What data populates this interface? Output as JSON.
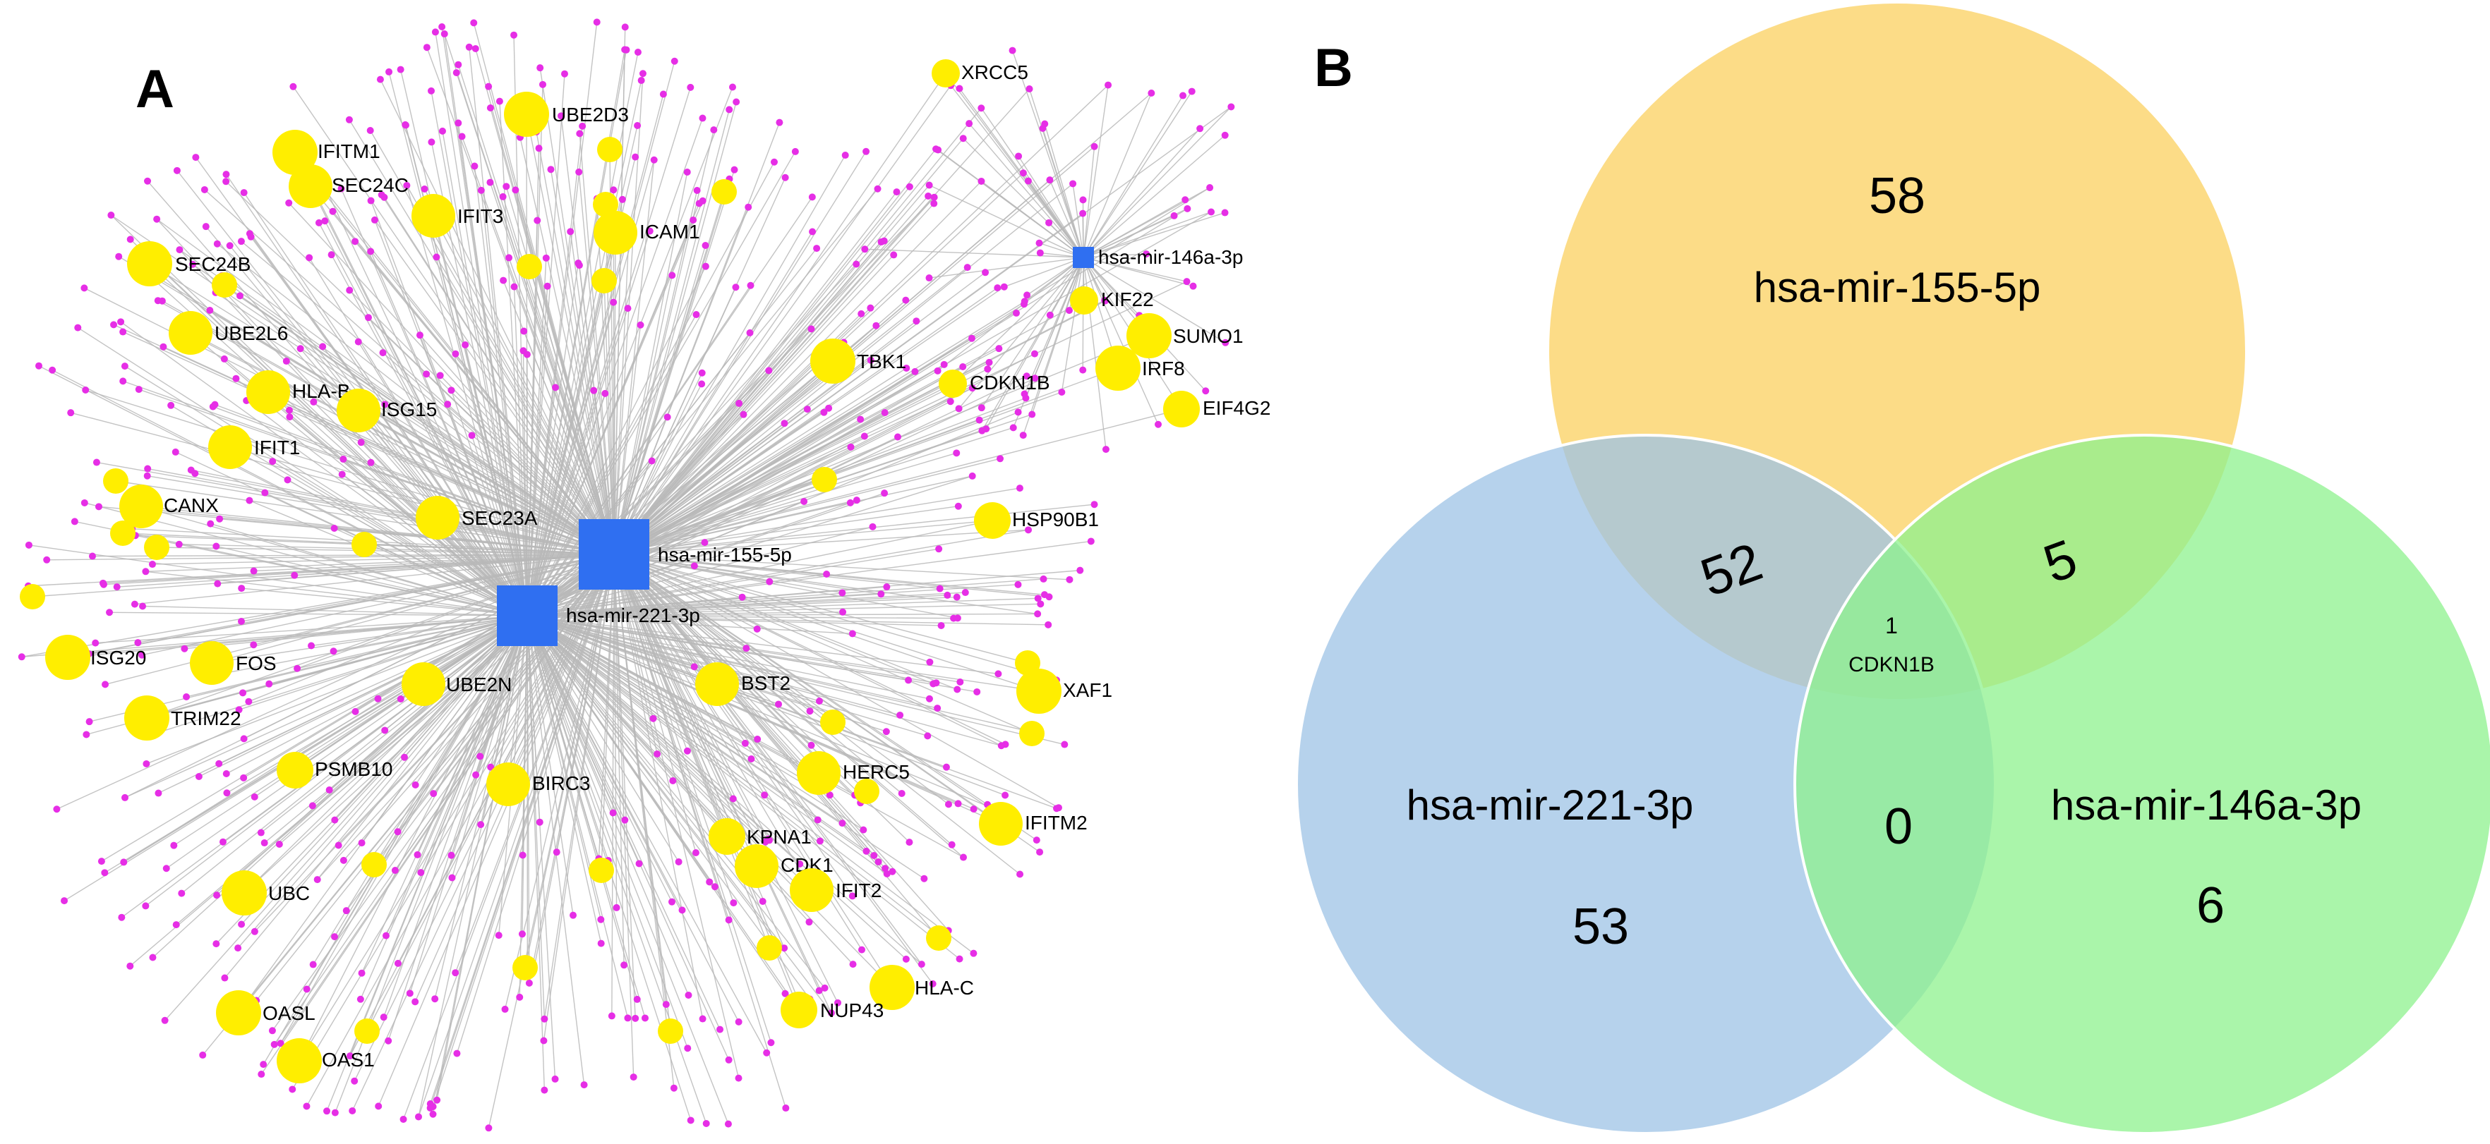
{
  "panels": {
    "a_label": "A",
    "b_label": "B"
  },
  "network": {
    "mirna_nodes": [
      {
        "id": "mir155",
        "label": "hsa-mir-155-5p"
      },
      {
        "id": "mir221",
        "label": "hsa-mir-221-3p"
      },
      {
        "id": "mir146",
        "label": "hsa-mir-146a-3p"
      }
    ],
    "gene_nodes": [
      {
        "label": "UBE2D3"
      },
      {
        "label": "IFITM1"
      },
      {
        "label": "SEC24C"
      },
      {
        "label": "IFIT3"
      },
      {
        "label": "ICAM1"
      },
      {
        "label": "SEC24B"
      },
      {
        "label": "UBE2L6"
      },
      {
        "label": "HLA-B"
      },
      {
        "label": "ISG15"
      },
      {
        "label": "IFIT1"
      },
      {
        "label": "CANX"
      },
      {
        "label": "SEC23A"
      },
      {
        "label": "ISG20"
      },
      {
        "label": "FOS"
      },
      {
        "label": "TRIM22"
      },
      {
        "label": "UBE2N"
      },
      {
        "label": "PSMB10"
      },
      {
        "label": "BIRC3"
      },
      {
        "label": "UBC"
      },
      {
        "label": "OASL"
      },
      {
        "label": "OAS1"
      },
      {
        "label": "TBK1"
      },
      {
        "label": "CDKN1B"
      },
      {
        "label": "HSP90B1"
      },
      {
        "label": "BST2"
      },
      {
        "label": "XAF1"
      },
      {
        "label": "HERC5"
      },
      {
        "label": "IFITM2"
      },
      {
        "label": "KPNA1"
      },
      {
        "label": "CDK1"
      },
      {
        "label": "IFIT2"
      },
      {
        "label": "HLA-C"
      },
      {
        "label": "NUP43"
      },
      {
        "label": "XRCC5"
      },
      {
        "label": "KIF22"
      },
      {
        "label": "SUMO1"
      },
      {
        "label": "IRF8"
      },
      {
        "label": "EIF4G2"
      }
    ],
    "colors": {
      "mirna": "#2f6ff1",
      "hub_gene": "#ffee00",
      "target": "#e62ee6",
      "edge": "#b8b8b8"
    }
  },
  "venn": {
    "sets": [
      {
        "id": "mir155",
        "name": "hsa-mir-155-5p",
        "only": "58",
        "color": "#fbd05f"
      },
      {
        "id": "mir221",
        "name": "hsa-mir-221-3p",
        "only": "53",
        "color": "#9ec3e6"
      },
      {
        "id": "mir146",
        "name": "hsa-mir-146a-3p",
        "only": "6",
        "color": "#8df28d"
      }
    ],
    "overlaps": {
      "mir155_mir221": "52",
      "mir155_mir146": "5",
      "mir221_mir146": "0",
      "all_three_count": "1",
      "all_three_gene": "CDKN1B"
    }
  }
}
